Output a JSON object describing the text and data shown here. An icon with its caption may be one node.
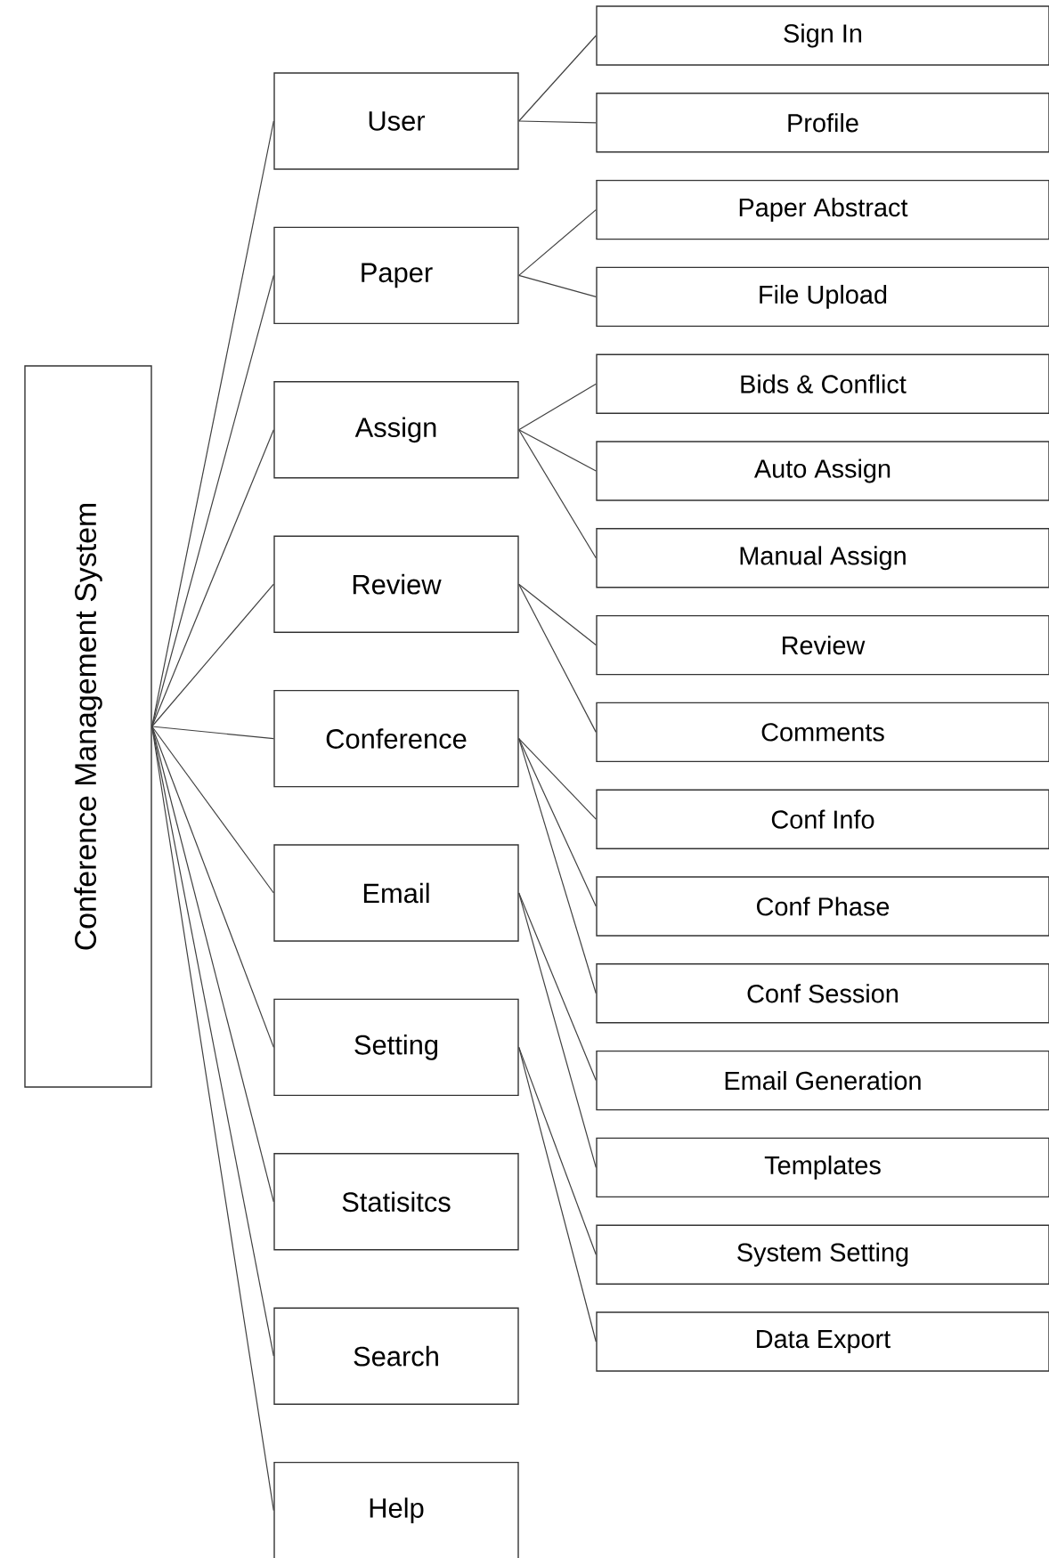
{
  "diagram": {
    "nodes": [
      {
        "text": [
          "Conference Management System"
        ]
      },
      {
        "text": [
          "User"
        ]
      },
      {
        "text": [
          "Paper"
        ]
      },
      {
        "text": [
          "Assign"
        ]
      },
      {
        "text": [
          "Review"
        ]
      },
      {
        "text": [
          "Conference"
        ]
      },
      {
        "text": [
          "Email"
        ]
      },
      {
        "text": [
          "Setting"
        ]
      },
      {
        "text": [
          "Statisitcs"
        ]
      },
      {
        "text": [
          "Search"
        ]
      },
      {
        "text": [
          "Help"
        ]
      },
      {
        "text": [
          "Sign In"
        ]
      },
      {
        "text": [
          "Profile"
        ]
      },
      {
        "text": [
          "Paper Abstract"
        ]
      },
      {
        "text": [
          "File Upload"
        ]
      },
      {
        "text": [
          "Bids & Conflict"
        ]
      },
      {
        "text": [
          "Auto Assign"
        ]
      },
      {
        "text": [
          "Manual Assign"
        ]
      },
      {
        "text": [
          "Review"
        ]
      },
      {
        "text": [
          "Comments"
        ]
      },
      {
        "text": [
          "Conf Info"
        ]
      },
      {
        "text": [
          "Conf Phase"
        ]
      },
      {
        "text": [
          "Conf Session"
        ]
      },
      {
        "text": [
          "Email Generation"
        ]
      },
      {
        "text": [
          "Templates"
        ]
      },
      {
        "text": [
          "System Setting"
        ]
      },
      {
        "text": [
          "Data Export"
        ]
      }
    ],
    "edges": [
      {
        "from": 0,
        "to": 1,
        "arrow": "none"
      },
      {
        "from": 0,
        "to": 2,
        "arrow": "none"
      },
      {
        "from": 0,
        "to": 3,
        "arrow": "none"
      },
      {
        "from": 0,
        "to": 4,
        "arrow": "none"
      },
      {
        "from": 0,
        "to": 5,
        "arrow": "none"
      },
      {
        "from": 0,
        "to": 6,
        "arrow": "none"
      },
      {
        "from": 0,
        "to": 7,
        "arrow": "none"
      },
      {
        "from": 0,
        "to": 8,
        "arrow": "none"
      },
      {
        "from": 0,
        "to": 9,
        "arrow": "none"
      },
      {
        "from": 0,
        "to": 10,
        "arrow": "none"
      },
      {
        "from": 1,
        "to": 11,
        "arrow": "none"
      },
      {
        "from": 1,
        "to": 12,
        "arrow": "none"
      },
      {
        "from": 2,
        "to": 13,
        "arrow": "none"
      },
      {
        "from": 2,
        "to": 14,
        "arrow": "none"
      },
      {
        "from": 3,
        "to": 15,
        "arrow": "none"
      },
      {
        "from": 3,
        "to": 16,
        "arrow": "none"
      },
      {
        "from": 3,
        "to": 17,
        "arrow": "none"
      },
      {
        "from": 4,
        "to": 18,
        "arrow": "none"
      },
      {
        "from": 4,
        "to": 19,
        "arrow": "none"
      },
      {
        "from": 5,
        "to": 20,
        "arrow": "none"
      },
      {
        "from": 5,
        "to": 21,
        "arrow": "none"
      },
      {
        "from": 5,
        "to": 22,
        "arrow": "none"
      },
      {
        "from": 6,
        "to": 23,
        "arrow": "none"
      },
      {
        "from": 6,
        "to": 24,
        "arrow": "none"
      },
      {
        "from": 7,
        "to": 25,
        "arrow": "none"
      },
      {
        "from": 7,
        "to": 26,
        "arrow": "none"
      }
    ]
  }
}
